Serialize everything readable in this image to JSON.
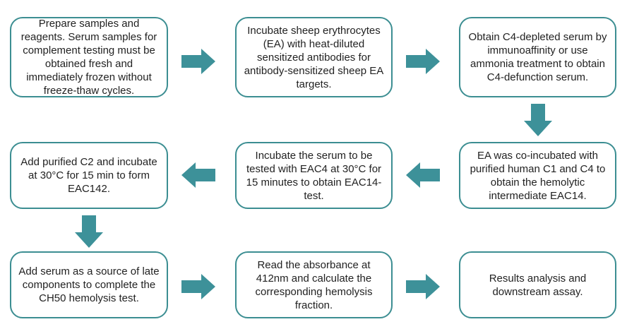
{
  "steps": [
    {
      "id": "prepare",
      "text": "Prepare samples and reagents. Serum samples for complement testing must be obtained fresh and immediately frozen without freeze-thaw cycles."
    },
    {
      "id": "incubate-ea",
      "text": "Incubate sheep erythrocytes (EA) with heat-diluted sensitized antibodies for antibody-sensitized sheep EA targets."
    },
    {
      "id": "obtain-c4-depleted",
      "text": "Obtain C4-depleted serum by immunoaffinity or use ammonia treatment to obtain C4-defunction serum."
    },
    {
      "id": "co-incubate",
      "text": "EA was co-incubated with purified human C1 and C4 to obtain the hemolytic intermediate EAC14."
    },
    {
      "id": "incubate-serum",
      "text": "Incubate the serum to be tested with EAC4 at 30°C for 15 minutes to obtain EAC14-test."
    },
    {
      "id": "add-c2",
      "text": "Add purified C2 and incubate at 30°C for 15 min to form EAC142."
    },
    {
      "id": "add-serum",
      "text": "Add serum as a source of late components to complete the CH50 hemolysis test."
    },
    {
      "id": "read-absorbance",
      "text": "Read the absorbance at 412nm and calculate the corresponding hemolysis fraction."
    },
    {
      "id": "results",
      "text": "Results analysis and downstream assay."
    }
  ],
  "colors": {
    "arrow": "#3d9199",
    "border": "#3c8e92",
    "text": "#222222"
  }
}
